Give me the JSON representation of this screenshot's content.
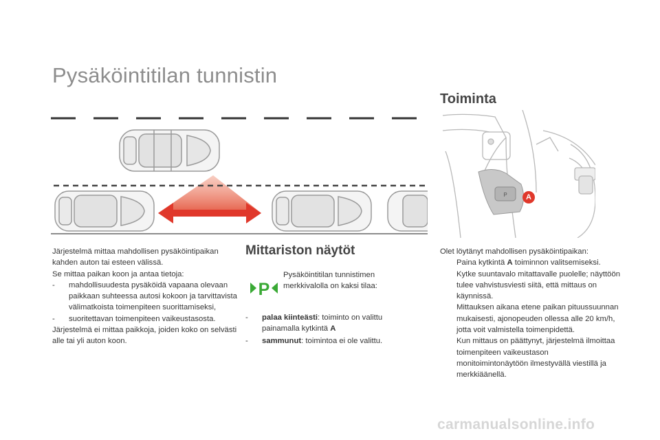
{
  "page": {
    "title": "Pysäköintitilan tunnistin",
    "watermark": "carmanualsonline.info"
  },
  "left_column": {
    "intro_lines": [
      "Järjestelmä mittaa mahdollisen pysäköintipaikan",
      "kahden auton tai esteen välissä.",
      "Se mittaa paikan koon ja antaa tietoja:"
    ],
    "items": [
      {
        "dash": "-",
        "text": "mahdollisuudesta pysäköidä vapaana olevaan paikkaan suhteessa autosi kokoon ja tarvittavista välimatkoista toimenpiteen suorittamiseksi,"
      },
      {
        "dash": "-",
        "text": "suoritettavan toimenpiteen vaikeustasosta."
      }
    ],
    "outro": "Järjestelmä ei mittaa paikkoja, joiden koko on selvästi alle tai yli auton koon."
  },
  "mittaristo": {
    "heading": "Mittariston näytöt",
    "icon": "parking-sensor-icon",
    "intro": "Pysäköintitilan tunnistimen merkkivalolla on kaksi tilaa:",
    "items": [
      {
        "dash": "-",
        "bold": "palaa kiinteästi",
        "text": ": toiminto on valittu painamalla kytkintä ",
        "bold2": "A"
      },
      {
        "dash": "-",
        "bold": "sammunut",
        "text": ": toimintoa ei ole valittu.",
        "bold2": ""
      }
    ]
  },
  "toiminta": {
    "heading": "Toiminta",
    "button_label": "A",
    "intro": "Olet löytänyt mahdollisen pysäköintipaikan:",
    "bullet_glyph": "",
    "items": [
      {
        "pre": "Paina kytkintä ",
        "bold": "A",
        "post": " toiminnon valitsemiseksi."
      },
      {
        "pre": "Kytke suuntavalo mitattavalle puolelle; näyttöön tulee vahvistusviesti siitä, että mittaus on käynnissä.",
        "bold": "",
        "post": ""
      },
      {
        "pre": "Mittauksen aikana etene paikan pituussuunnan mukaisesti, ajonopeuden ollessa alle 20 km/h, jotta voit valmistella toimenpidettä.",
        "bold": "",
        "post": ""
      },
      {
        "pre": "Kun mittaus on päättynyt, järjestelmä ilmoittaa toimenpiteen vaikeustason monitoimintonäytöön ilmestyvällä viestillä ja merkkiäänellä.",
        "bold": "",
        "post": ""
      }
    ]
  },
  "colors": {
    "title": "#8d8d8d",
    "accent_red": "#e0382b",
    "green": "#3aa935"
  }
}
